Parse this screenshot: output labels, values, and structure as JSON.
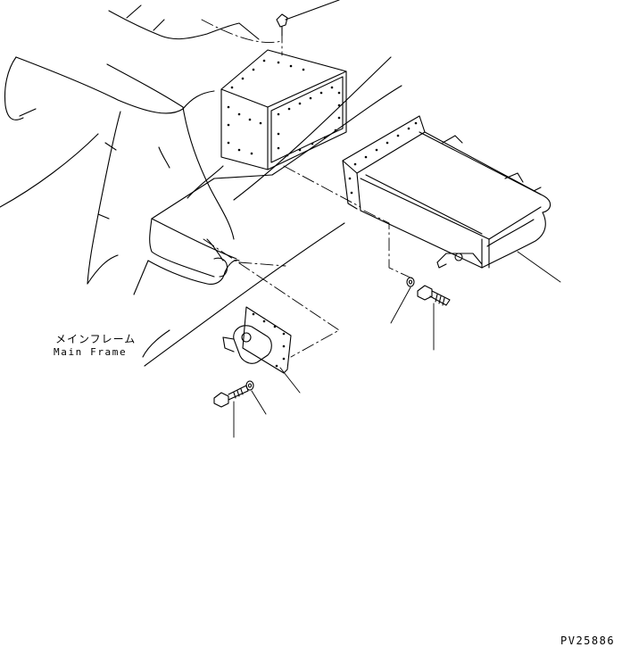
{
  "labels": {
    "main_frame_jp": "メインフレーム",
    "main_frame_en": "Main Frame"
  },
  "drawing_code": "PV25886",
  "colors": {
    "line": "#000000",
    "background": "#ffffff"
  }
}
